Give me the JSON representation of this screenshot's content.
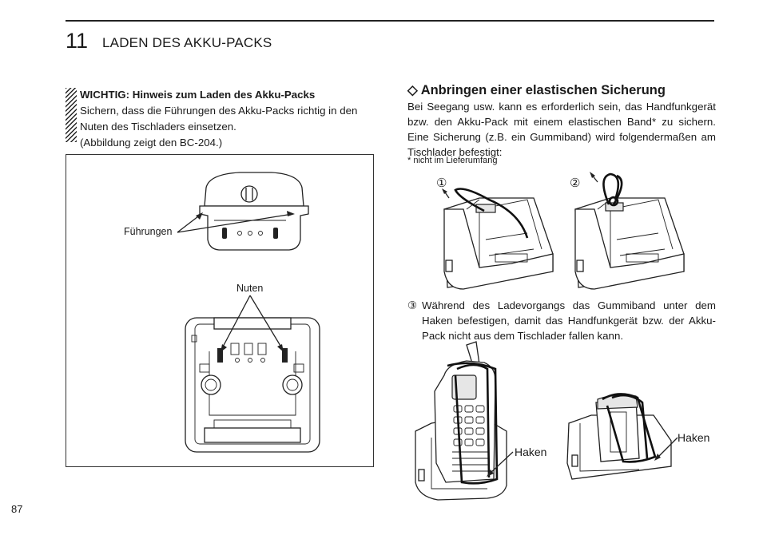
{
  "header": {
    "chapter_number": "11",
    "chapter_title": "LADEN DES AKKU-PACKS"
  },
  "left_column": {
    "important_title": "WICHTIG: Hinweis zum Laden des Akku-Packs",
    "important_body": "Sichern, dass die Führungen des Akku-Packs richtig in den Nuten des Tischladers einsetzen.",
    "caption": "(Abbildung zeigt den BC-204.)",
    "figure": {
      "label_guides": "Führungen",
      "label_grooves": "Nuten"
    }
  },
  "right_column": {
    "heading_symbol": "◇",
    "heading": "Anbringen einer elastischen Sicherung",
    "paragraph": "Bei Seegang usw. kann es erforderlich sein, das Handfunkgerät bzw. den Akku-Pack mit einem elastischen Band* zu sichern. Eine Sicherung (z.B. ein Gummiband) wird folgendermaßen am Tischlader befestigt:",
    "footnote": "* nicht im Lieferumfang",
    "step1_marker": "①",
    "step2_marker": "②",
    "step3_marker": "③",
    "step3_text": "Während des Ladevorgangs das Gummiband unter dem Haken befestigen, damit das Handfunkgerät bzw. der Akku-Pack nicht aus dem Tischlader fallen kann.",
    "label_hook_left": "Haken",
    "label_hook_right": "Haken"
  },
  "footer": {
    "page_number": "87"
  }
}
